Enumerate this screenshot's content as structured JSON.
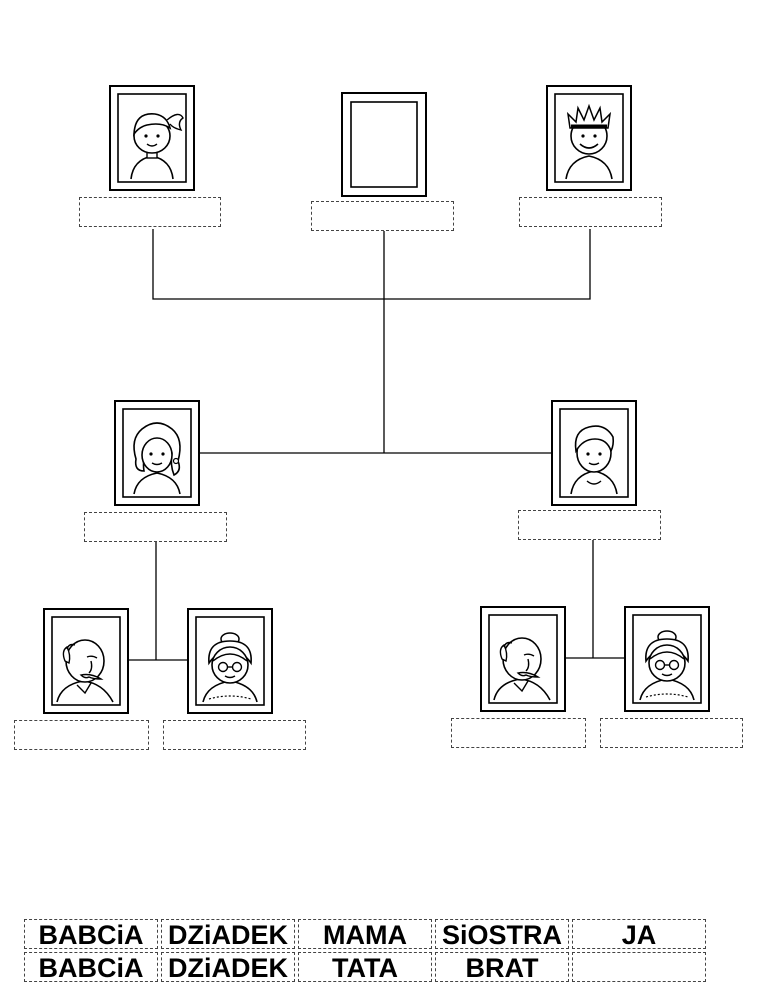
{
  "word_bank": {
    "row1": [
      "BABCiA",
      "DZiADEK",
      "MAMA",
      "SiOSTRA",
      "JA"
    ],
    "row2": [
      "BABCiA",
      "DZiADEK",
      "TATA",
      "BRAT",
      ""
    ]
  },
  "portraits": [
    {
      "id": "sister",
      "icon": "girl-ponytail-icon"
    },
    {
      "id": "me",
      "icon": "empty-frame-icon"
    },
    {
      "id": "brother",
      "icon": "boy-spiky-hair-icon"
    },
    {
      "id": "mother",
      "icon": "woman-curly-hair-icon"
    },
    {
      "id": "father",
      "icon": "man-short-hair-icon"
    },
    {
      "id": "maternal-grandfather",
      "icon": "old-man-icon"
    },
    {
      "id": "maternal-grandmother",
      "icon": "old-woman-glasses-icon"
    },
    {
      "id": "paternal-grandfather",
      "icon": "old-man-icon"
    },
    {
      "id": "paternal-grandmother",
      "icon": "old-woman-glasses-icon"
    }
  ]
}
